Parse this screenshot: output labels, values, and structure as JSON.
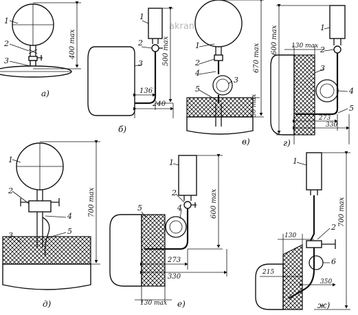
{
  "watermark": "akran.ru",
  "figures": {
    "a": {
      "label": "а)",
      "callouts": [
        "1",
        "2",
        "3"
      ],
      "dimension": "400 max"
    },
    "b": {
      "label": "б)",
      "callouts": [
        "1",
        "2",
        "3"
      ],
      "dimensions": [
        "500 max",
        "136",
        "240"
      ]
    },
    "v": {
      "label": "в)",
      "callouts": [
        "1",
        "2",
        "3",
        "4",
        "5"
      ],
      "dimensions": [
        "670 max",
        "50 max"
      ]
    },
    "g": {
      "label": "г)",
      "callouts": [
        "1",
        "2",
        "3",
        "4",
        "5"
      ],
      "dimensions": [
        "600 max",
        "130 max",
        "273",
        "330"
      ]
    },
    "d": {
      "label": "д)",
      "callouts": [
        "1",
        "2",
        "3",
        "4",
        "5"
      ],
      "dimension": "700 max"
    },
    "e": {
      "label": "е)",
      "callouts": [
        "1",
        "2",
        "4",
        "5"
      ],
      "dimensions": [
        "600 max",
        "273",
        "330",
        "130 max"
      ]
    },
    "zh": {
      "label": "ж)",
      "callouts": [
        "1",
        "2",
        "6"
      ],
      "dimensions": [
        "700 max",
        "130",
        "215",
        "350"
      ]
    }
  }
}
